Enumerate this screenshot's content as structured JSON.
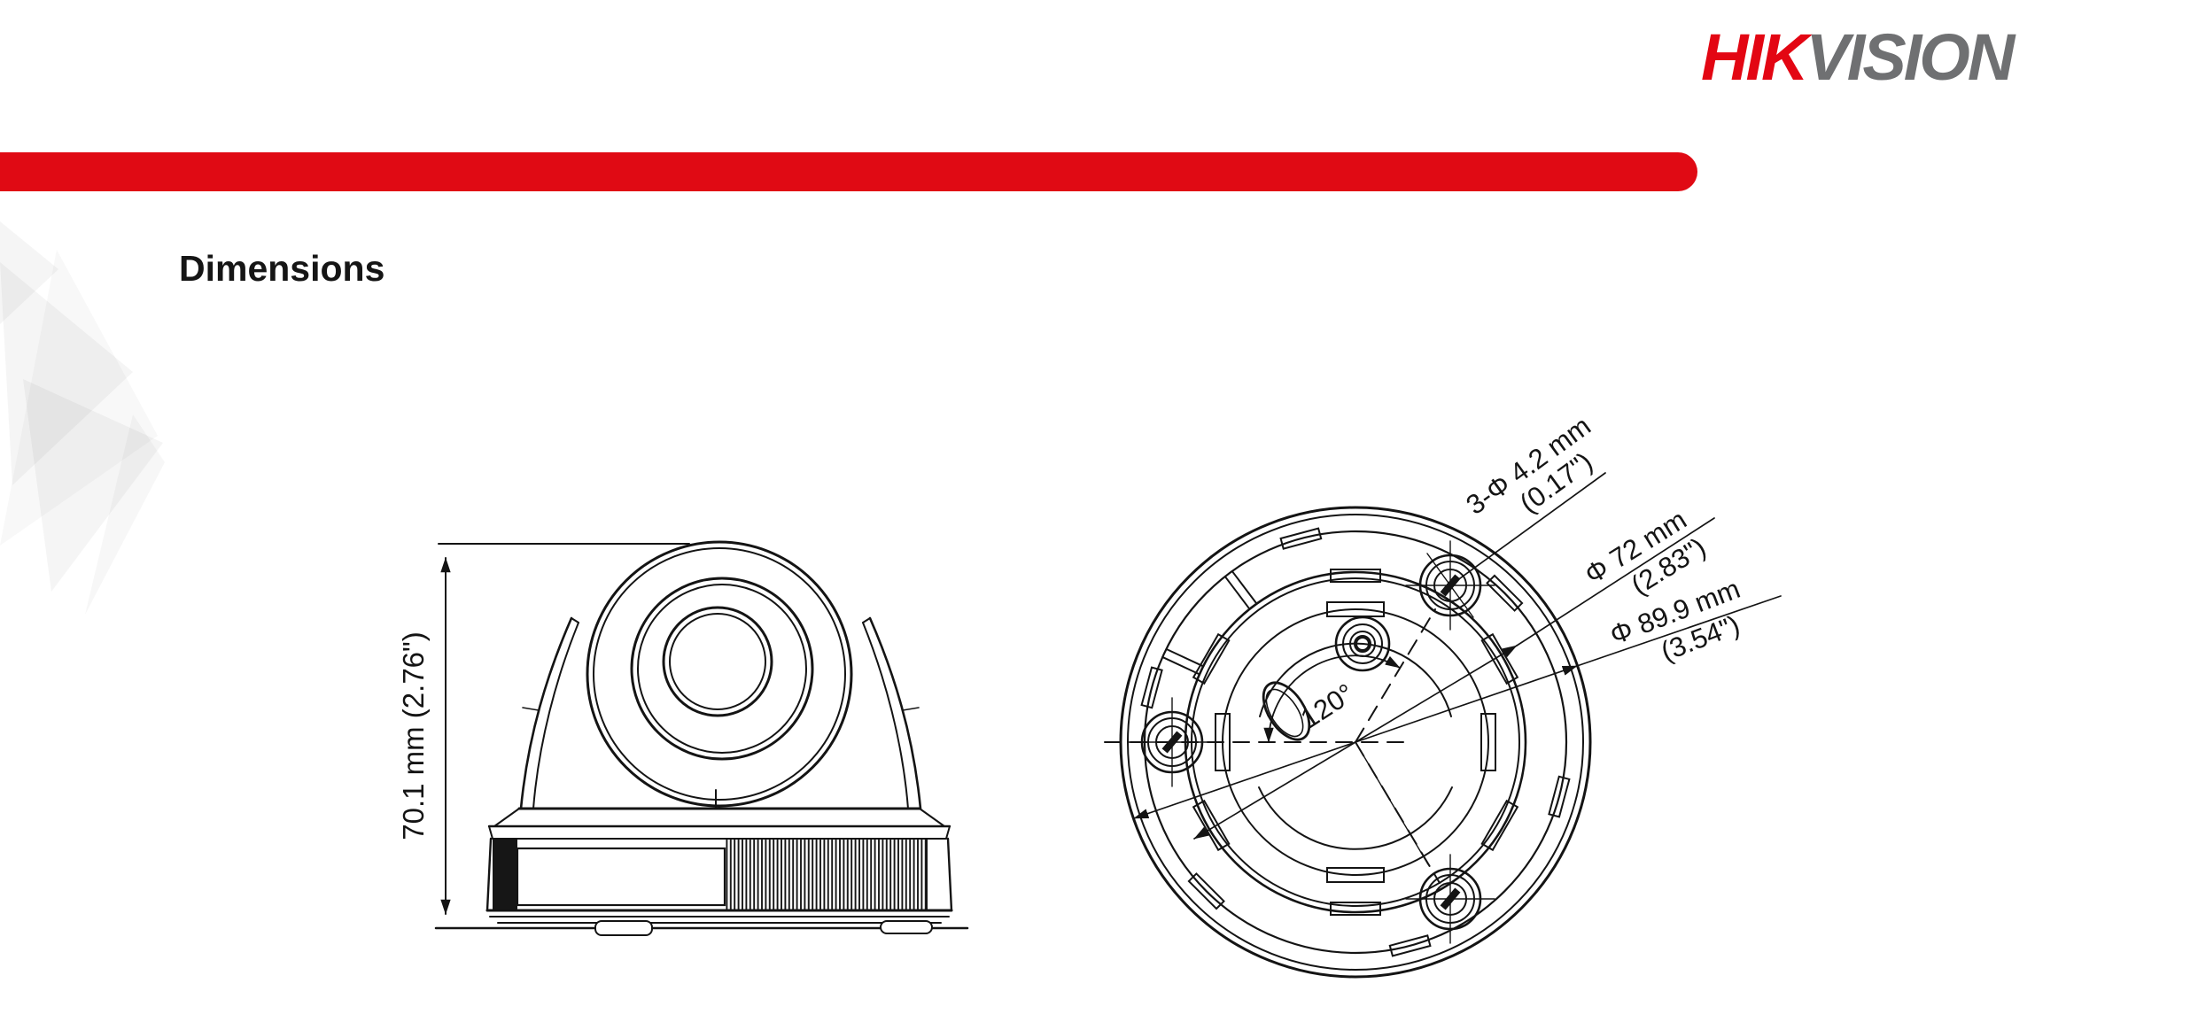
{
  "header": {
    "logo_hik": "HIK",
    "logo_vision": "VISION"
  },
  "title": "Dimensions",
  "side_view": {
    "height_label": "70.1 mm (2.76\")"
  },
  "bottom_view": {
    "holes_line1": "3-Φ 4.2 mm",
    "holes_line2": "(0.17\")",
    "bolt_line1": "Φ 72 mm",
    "bolt_line2": "(2.83\")",
    "outer_line1": "Φ 89.9 mm",
    "outer_line2": "(3.54\")",
    "angle_label": "120°"
  },
  "colors": {
    "brand_red": "#e30613",
    "stripe_red": "#e00a14",
    "logo_gray": "#6f7072",
    "line_black": "#141414"
  }
}
